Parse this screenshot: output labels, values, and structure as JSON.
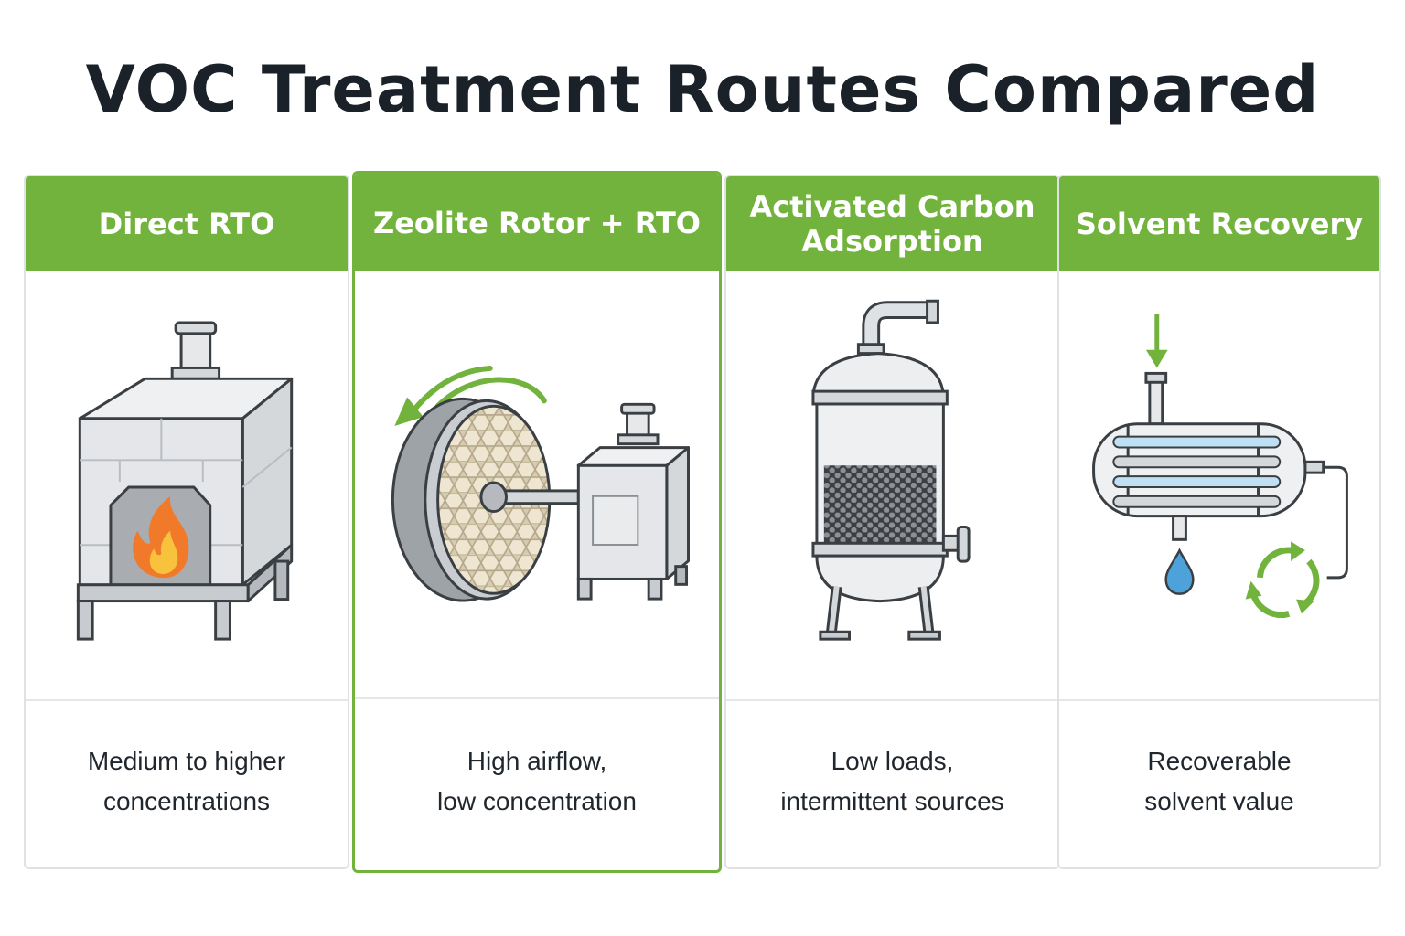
{
  "title": "VOC Treatment Routes Compared",
  "colors": {
    "accent_green": "#72b33d",
    "title_dark": "#1b2128",
    "flame_orange": "#f07a2a",
    "flame_yellow": "#f9c23c",
    "water_blue": "#4da3d9"
  },
  "routes": [
    {
      "name": "Direct RTO",
      "icon": "rto-furnace-icon",
      "desc_line1": "Medium to higher",
      "desc_line2": "concentrations"
    },
    {
      "name": "Zeolite Rotor + RTO",
      "icon": "zeolite-rotor-icon",
      "desc_line1": "High airflow,",
      "desc_line2": "low concentration",
      "highlighted": true
    },
    {
      "name_line1": "Activated Carbon",
      "name_line2": "Adsorption",
      "icon": "carbon-adsorber-vessel-icon",
      "desc_line1": "Low loads,",
      "desc_line2": "intermittent sources"
    },
    {
      "name": "Solvent Recovery",
      "icon": "condenser-recycle-icon",
      "desc_line1": "Recoverable",
      "desc_line2": "solvent value"
    }
  ]
}
